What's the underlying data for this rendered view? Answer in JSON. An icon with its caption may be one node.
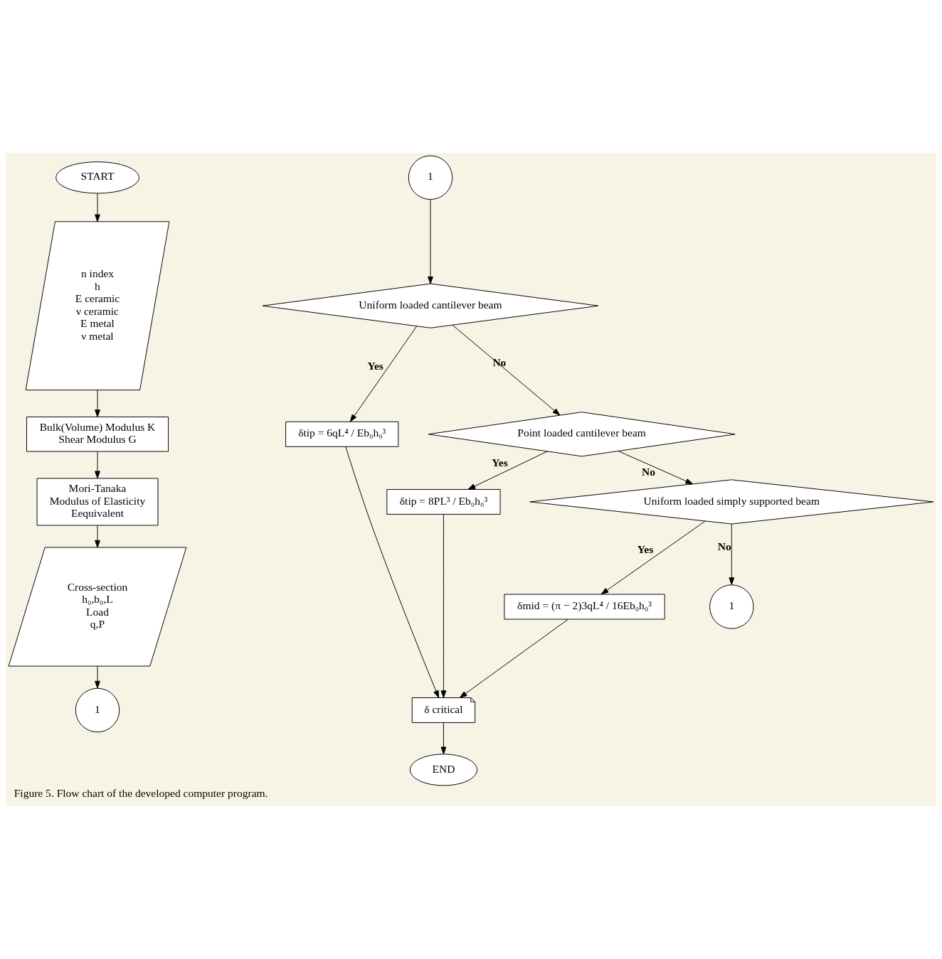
{
  "diagram": {
    "caption": "Figure 5. Flow chart of the developed computer program.",
    "nodes": [
      {
        "text": [
          "START"
        ]
      },
      {
        "text": [
          "n index",
          "h",
          "E ceramic",
          "ν ceramic",
          "E metal",
          "ν metal"
        ]
      },
      {
        "text": [
          "Bulk(Volume) Modulus K",
          "Shear Modulus G"
        ]
      },
      {
        "text": [
          "Mori-Tanaka",
          "Modulus of Elasticity",
          "Eequivalent"
        ]
      },
      {
        "text": [
          "Cross-section",
          "h₀,b₀,L",
          "Load",
          "q,P"
        ]
      },
      {
        "text": [
          "1"
        ]
      },
      {
        "text": [
          "δ critical"
        ]
      },
      {
        "text": [
          "END"
        ]
      },
      {
        "text": [
          "1"
        ]
      },
      {
        "text": [
          "Uniform loaded cantilever beam"
        ]
      },
      {
        "text": [
          "δtip = 6qL⁴ / Eb₀h₀³"
        ]
      },
      {
        "text": [
          "Point loaded cantilever beam"
        ]
      },
      {
        "text": [
          "δtip = 8PL³ / Eb₀h₀³"
        ]
      },
      {
        "text": [
          "Uniform loaded simply supported beam"
        ]
      },
      {
        "text": [
          "δmid = (π − 2)3qL⁴ / 16Eb₀h₀³"
        ]
      },
      {
        "text": [
          "1"
        ]
      }
    ],
    "edges": [
      {
        "from": 0,
        "to": 1,
        "arrow": "to"
      },
      {
        "from": 1,
        "to": 2,
        "arrow": "to"
      },
      {
        "from": 2,
        "to": 3,
        "arrow": "to"
      },
      {
        "from": 3,
        "to": 4,
        "arrow": "to"
      },
      {
        "from": 4,
        "to": 5,
        "arrow": "to"
      },
      {
        "from": 6,
        "to": 7,
        "arrow": "to"
      },
      {
        "from": 8,
        "to": 9,
        "arrow": "to"
      },
      {
        "from": 9,
        "to": 10,
        "arrow": "to",
        "label": "Yes"
      },
      {
        "from": 9,
        "to": 11,
        "arrow": "to",
        "label": "No"
      },
      {
        "from": 11,
        "to": 12,
        "arrow": "to",
        "label": "Yes"
      },
      {
        "from": 11,
        "to": 13,
        "arrow": "to",
        "label": "No"
      },
      {
        "from": 13,
        "to": 14,
        "arrow": "to",
        "label": "Yes"
      },
      {
        "from": 13,
        "to": 15,
        "arrow": "to",
        "label": "No"
      },
      {
        "from": 10,
        "to": 6,
        "arrow": "to"
      },
      {
        "from": 12,
        "to": 6,
        "arrow": "to"
      },
      {
        "from": 14,
        "to": 6,
        "arrow": "to"
      }
    ]
  }
}
